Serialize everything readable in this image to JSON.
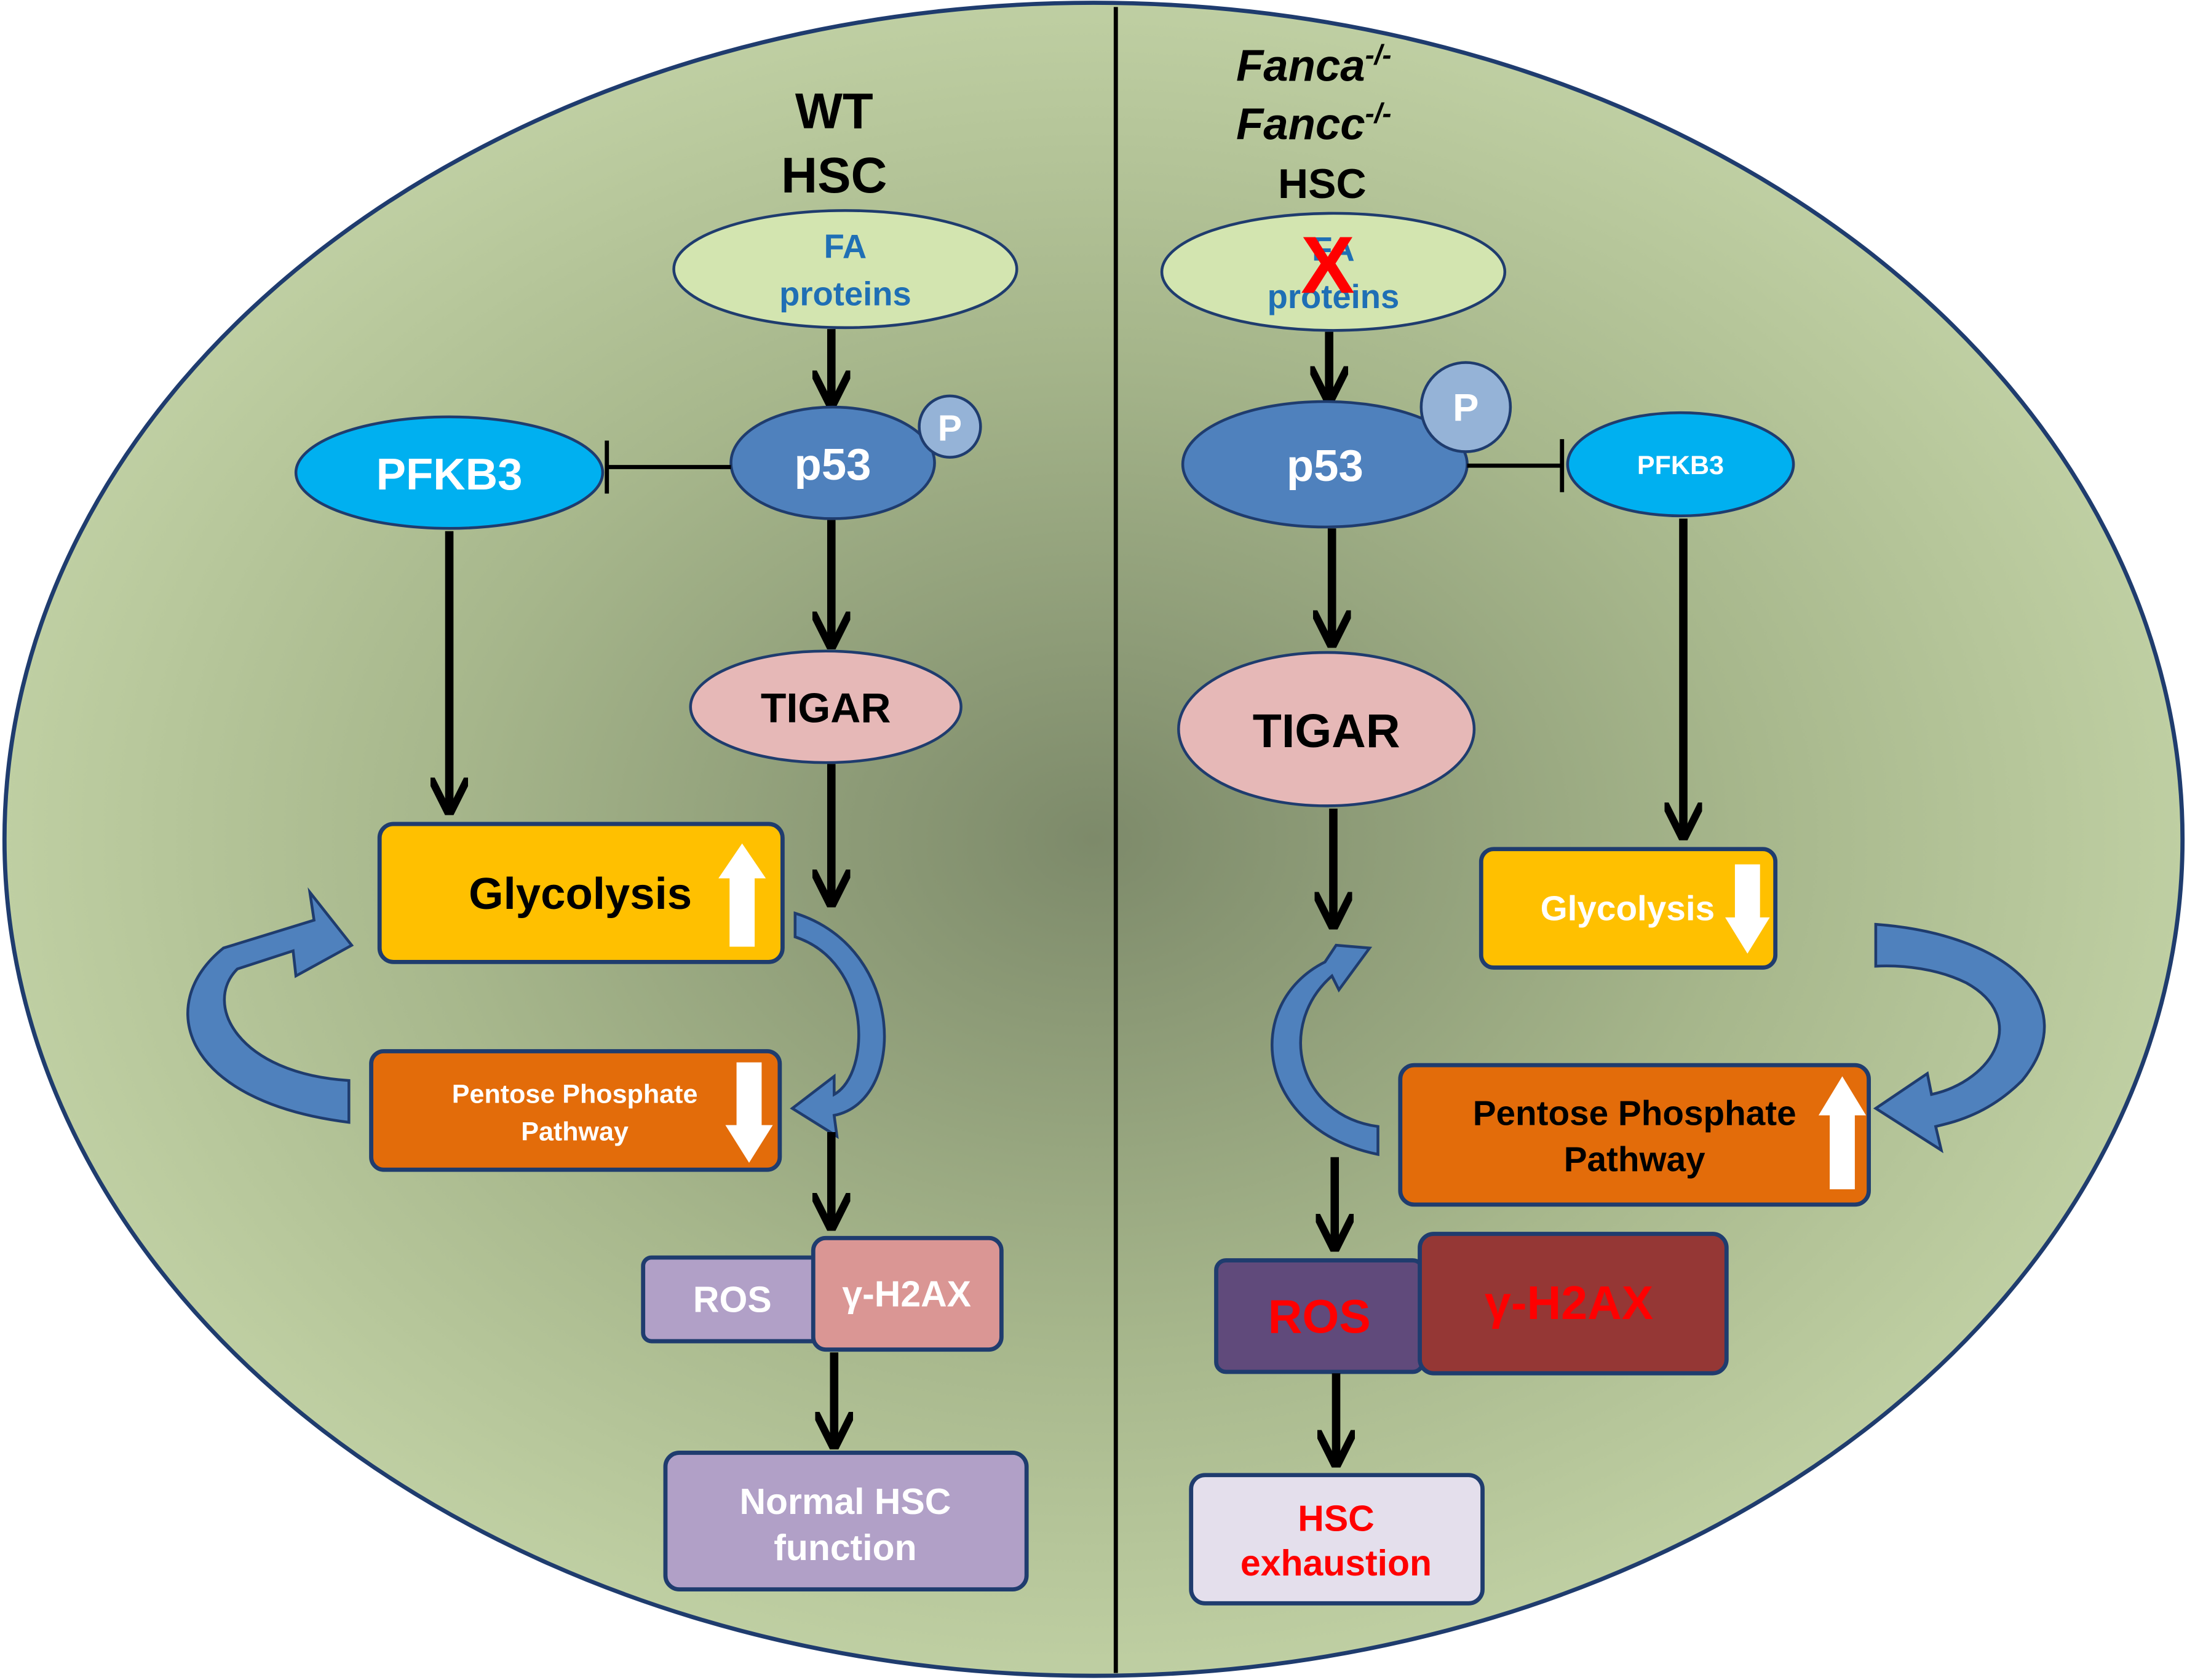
{
  "colors": {
    "cell_fill_center": "#7d8a6a",
    "cell_fill_edge": "#c5d5a8",
    "cell_border": "#1f3c6e",
    "fa_ellipse": "#d3e5b0",
    "fa_text": "#1f6fb5",
    "p53": "#4f81bd",
    "pfkb3": "#00b0f0",
    "tigar": "#e6b8b7",
    "glycolysis": "#ffc000",
    "ppp": "#e36c0a",
    "ros_wt": "#b1a0c7",
    "h2ax_wt": "#da9694",
    "ros_ko": "#604a7b",
    "h2ax_ko": "#953735",
    "normal_box": "#b1a0c7",
    "exhaustion_box": "#e4dfec",
    "curved_arrow": "#4f81bd",
    "red": "#ff0000"
  },
  "wt": {
    "title_line1": "WT",
    "title_line2": "HSC",
    "fa_line1": "FA",
    "fa_line2": "proteins",
    "p53": "p53",
    "phospho": "P",
    "pfkb3": "PFKB3",
    "tigar": "TIGAR",
    "glycolysis": "Glycolysis",
    "glycolysis_trend": "up",
    "ppp_line1": "Pentose Phosphate",
    "ppp_line2": "Pathway",
    "ppp_trend": "down",
    "ros": "ROS",
    "h2ax": "γ-H2AX",
    "outcome_line1": "Normal HSC",
    "outcome_line2": "function"
  },
  "ko": {
    "title_line1_gene": "Fanca",
    "title_line1_sup": "-/-",
    "title_line2_gene": "Fancc",
    "title_line2_sup": "-/-",
    "title_line3": "HSC",
    "fa_line1": "FA",
    "fa_line2": "proteins",
    "fa_mark": "X",
    "p53": "p53",
    "phospho": "P",
    "pfkb3": "PFKB3",
    "tigar": "TIGAR",
    "glycolysis": "Glycolysis",
    "glycolysis_trend": "down",
    "ppp_line1": "Pentose Phosphate",
    "ppp_line2": "Pathway",
    "ppp_trend": "up",
    "ros": "ROS",
    "h2ax": "γ-H2AX",
    "outcome_line1": "HSC",
    "outcome_line2": "exhaustion"
  }
}
